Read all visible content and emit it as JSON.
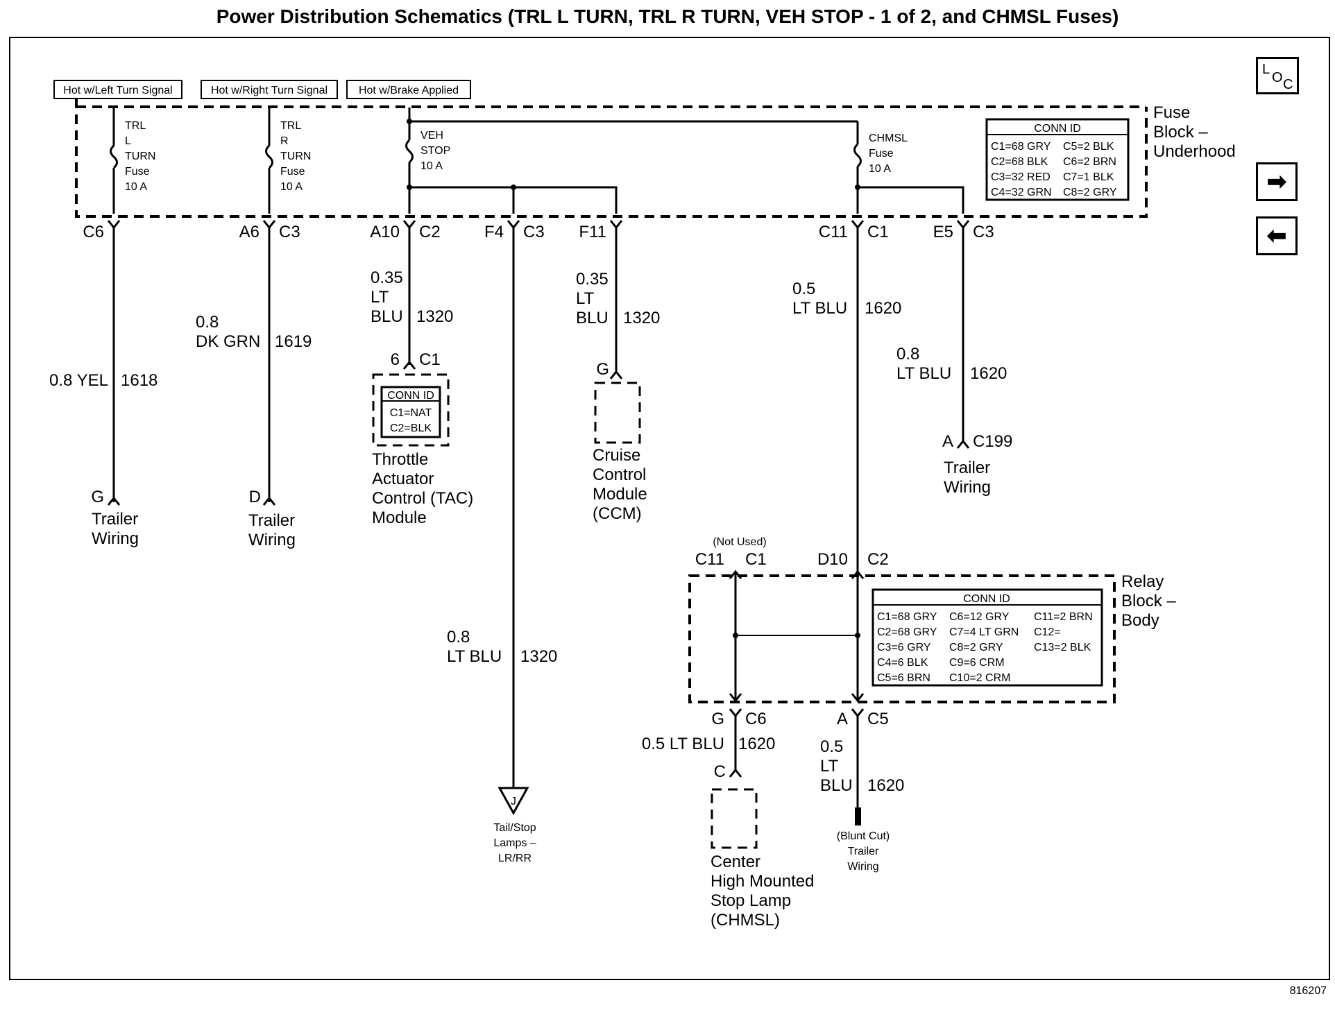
{
  "title": "Power Distribution Schematics (TRL L TURN, TRL R TURN, VEH STOP - 1 of 2, and CHMSL Fuses)",
  "figure_id": "816207",
  "nav": {
    "loc_main": "L",
    "loc_o": "O",
    "loc_c": "C",
    "next_icon": "➡",
    "prev_icon": "⬅"
  },
  "hot_labels": [
    "Hot w/Left Turn Signal",
    "Hot w/Right Turn Signal",
    "Hot w/Brake Applied"
  ],
  "fuse_block": {
    "name": [
      "Fuse",
      "Block –",
      "Underhood"
    ],
    "fuses": [
      {
        "lines": [
          "TRL",
          "L",
          "TURN",
          "Fuse",
          "10 A"
        ]
      },
      {
        "lines": [
          "TRL",
          "R",
          "TURN",
          "Fuse",
          "10 A"
        ]
      },
      {
        "lines": [
          "VEH",
          "STOP",
          "10 A"
        ]
      },
      {
        "lines": [
          "CHMSL",
          "Fuse",
          "10 A"
        ]
      }
    ],
    "conn_id": {
      "header": "CONN ID",
      "rows": [
        [
          "C1=68 GRY",
          "C5=2 BLK"
        ],
        [
          "C2=68 BLK",
          "C6=2 BRN"
        ],
        [
          "C3=32 RED",
          "C7=1 BLK"
        ],
        [
          "C4=32 GRN",
          "C8=2 GRY"
        ]
      ]
    }
  },
  "pins": {
    "c6": "C6",
    "a6": "A6",
    "c3a": "C3",
    "a10": "A10",
    "c2a": "C2",
    "f4": "F4",
    "c3b": "C3",
    "f11": "F11",
    "c11": "C11",
    "c1a": "C1",
    "e5": "E5",
    "c3c": "C3"
  },
  "wires": {
    "w1618": {
      "gauge": "0.8 YEL",
      "circuit": "1618"
    },
    "w1619": {
      "gauge": "0.8",
      "color": "DK GRN",
      "circuit": "1619"
    },
    "w1320a": {
      "gauge": "0.35",
      "c1": "LT",
      "c2": "BLU",
      "circuit": "1320"
    },
    "w1320b": {
      "gauge": "0.35",
      "c1": "LT",
      "c2": "BLU",
      "circuit": "1320"
    },
    "w1320c": {
      "gauge": "0.8",
      "color": "LT BLU",
      "circuit": "1320"
    },
    "w1620a": {
      "gauge": "0.5",
      "color": "LT BLU",
      "circuit": "1620"
    },
    "w1620b": {
      "gauge": "0.8",
      "color": "LT BLU",
      "circuit": "1620"
    },
    "w1620c": {
      "gauge": "0.5 LT BLU",
      "circuit": "1620"
    },
    "w1620d": {
      "gauge": "0.5",
      "c1": "LT",
      "c2": "BLU",
      "circuit": "1620"
    }
  },
  "components": {
    "trailer_left": {
      "pin": "G",
      "name": [
        "Trailer",
        "Wiring"
      ]
    },
    "trailer_right": {
      "pin": "D",
      "name": [
        "Trailer",
        "Wiring"
      ]
    },
    "tac": {
      "pin": "6",
      "conn": "C1",
      "conn_id": [
        "CONN ID",
        "C1=NAT",
        "C2=BLK"
      ],
      "name": [
        "Throttle",
        "Actuator",
        "Control (TAC)",
        "Module"
      ]
    },
    "ccm": {
      "pin": "G",
      "name": [
        "Cruise",
        "Control",
        "Module",
        "(CCM)"
      ]
    },
    "trailer_c199": {
      "pin": "A",
      "conn": "C199",
      "name": [
        "Trailer",
        "Wiring"
      ]
    },
    "tail_stop": {
      "symbol": "J",
      "name": [
        "Tail/Stop",
        "Lamps –",
        "LR/RR"
      ]
    },
    "chmsl": {
      "pin": "C",
      "name": [
        "Center",
        "High Mounted",
        "Stop Lamp",
        "(CHMSL)"
      ]
    },
    "blunt_cut": {
      "name": [
        "(Blunt Cut)",
        "Trailer",
        "Wiring"
      ]
    }
  },
  "relay_block": {
    "name": [
      "Relay",
      "Block –",
      "Body"
    ],
    "not_used": "(Not Used)",
    "pins": {
      "c11": "C11",
      "c1": "C1",
      "d10": "D10",
      "c2": "C2",
      "g": "G",
      "c6": "C6",
      "a": "A",
      "c5": "C5"
    },
    "conn_id": {
      "header": "CONN ID",
      "rows": [
        [
          "C1=68 GRY",
          "C6=12 GRY",
          "C11=2 BRN"
        ],
        [
          "C2=68 GRY",
          "C7=4 LT GRN",
          "C12="
        ],
        [
          "C3=6 GRY",
          "C8=2 GRY",
          "C13=2 BLK"
        ],
        [
          "C4=6 BLK",
          "C9=6 CRM",
          ""
        ],
        [
          "C5=6 BRN",
          "C10=2 CRM",
          ""
        ]
      ]
    }
  }
}
